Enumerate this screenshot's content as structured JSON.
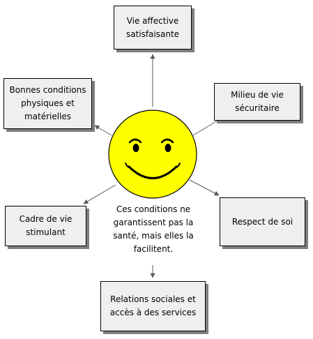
{
  "boxes": {
    "top": "Vie affective\nsatisfaisante",
    "upper_left": "Bonnes conditions\nphysiques et\nmatérielles",
    "upper_right": "Milieu de vie\nsécuritaire",
    "lower_left": "Cadre de vie\nstimulant",
    "lower_right": "Respect de soi",
    "bottom": "Relations sociales et\naccès à des services"
  },
  "caption": "Ces conditions ne\ngarantissent pas la\nsanté, mais elles la\nfacilitent.",
  "colors": {
    "box_fill": "#f0eeef",
    "box_shadow": "#7f7f7f",
    "face_fill": "#ffff00",
    "outline": "#000000",
    "arrow": "#5a5a5a"
  },
  "icons": [
    "smiley-face-icon"
  ]
}
